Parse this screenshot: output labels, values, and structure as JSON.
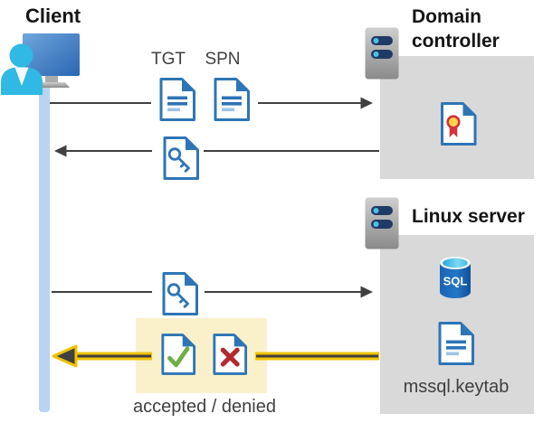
{
  "client": {
    "label": "Client"
  },
  "domain_controller": {
    "label": "Domain controller"
  },
  "linux_server": {
    "label": "Linux server",
    "keytab_file": "mssql.keytab"
  },
  "flow": {
    "tgt_label": "TGT",
    "spn_label": "SPN",
    "result_label": "accepted / denied"
  },
  "icons": {
    "sql_text": "SQL",
    "client": "user-at-monitor-icon",
    "domain_controller": "server-tower-icon",
    "linux_server": "server-tower-icon",
    "tickets": "document-icon",
    "session_key": "key-document-icon",
    "certificate": "certificate-document-icon",
    "accepted": "check-document-icon",
    "denied": "x-document-icon",
    "database": "sql-database-icon"
  },
  "colors": {
    "doc_blue": "#2E75B6",
    "doc_line_light": "#9DC3E6",
    "arrow_gray": "#404040",
    "box_gray": "#D9D9D9",
    "timeline_blue": "#B8D4F2",
    "highlight_yellow": "#FAF1CB",
    "accent_yellow": "#F0C300",
    "check_green": "#6FAE44",
    "cross_red": "#B22B31",
    "seal_yellow": "#FFD24A",
    "seal_red": "#D13438",
    "person_cyan": "#2FB9E4",
    "pill_navy": "#203A66",
    "pill_dot_blue": "#4EC1E8",
    "heading_text": "#151515",
    "label_text": "#404040"
  }
}
